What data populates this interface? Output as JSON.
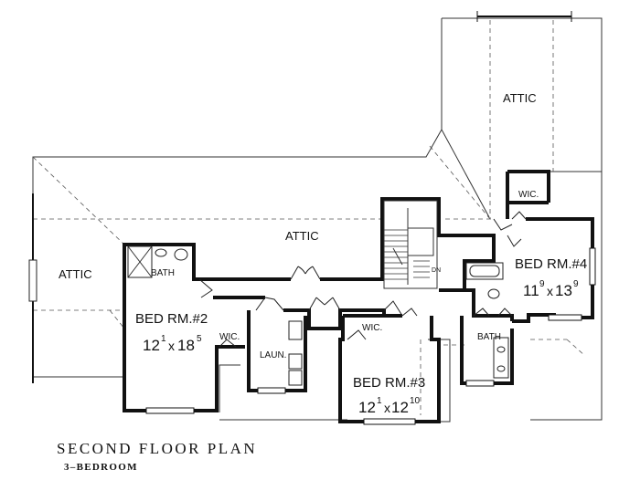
{
  "plan": {
    "title": "SECOND FLOOR PLAN",
    "subtitle": "3–BEDROOM"
  },
  "labels": {
    "attic_top": "ATTIC",
    "attic_center": "ATTIC",
    "attic_left": "ATTIC",
    "bath_left": "BATH",
    "bed2_name": "BED RM.#2",
    "bed2_w": "12",
    "bed2_w_in": "1",
    "bed2_x": "x",
    "bed2_l": "18",
    "bed2_l_in": "5",
    "wic_left": "WIC.",
    "laundry": "LAUN.",
    "wic_mid": "WIC.",
    "bed3_name": "BED RM.#3",
    "bed3_w": "12",
    "bed3_w_in": "1",
    "bed3_x": "x",
    "bed3_l": "12",
    "bed3_l_in": "10",
    "bath_right": "BATH",
    "wic_right": "WIC.",
    "bed4_name": "BED RM.#4",
    "bed4_w": "11",
    "bed4_w_in": "9",
    "bed4_x": "x",
    "bed4_l": "13",
    "bed4_l_in": "9",
    "stair_dn": "DN"
  }
}
